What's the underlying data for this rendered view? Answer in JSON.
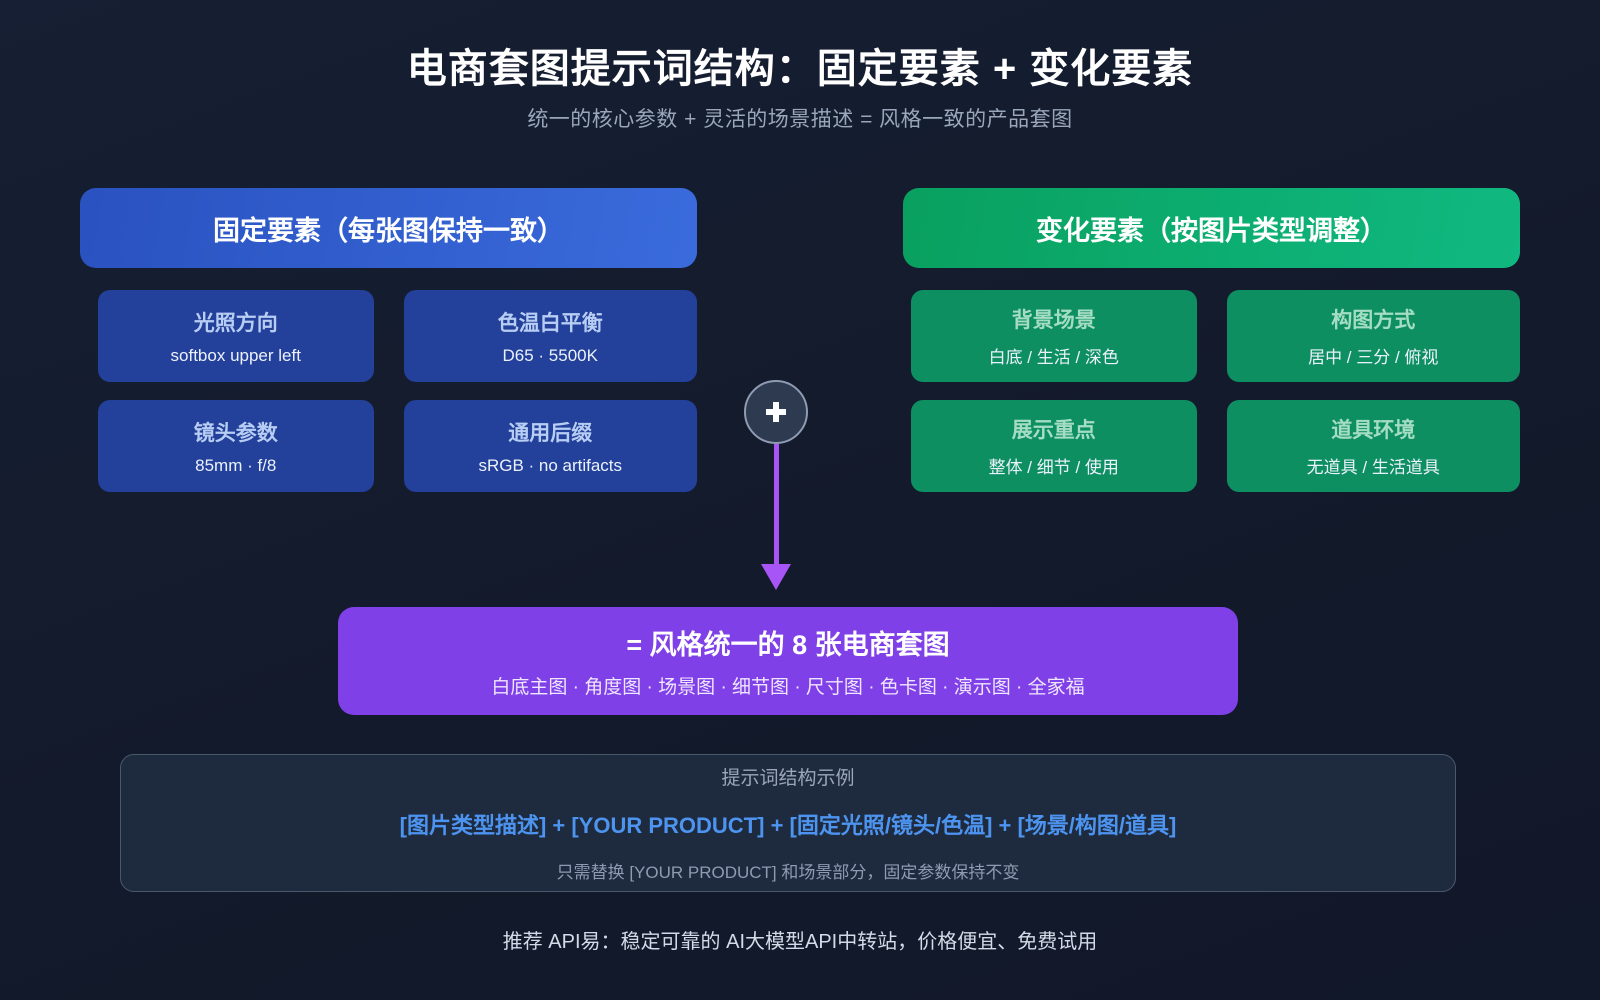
{
  "header": {
    "title": "电商套图提示词结构：固定要素 + 变化要素",
    "subtitle": "统一的核心参数 + 灵活的场景描述 = 风格一致的产品套图"
  },
  "columns": [
    {
      "id": "fixed",
      "header": "固定要素（每张图保持一致）",
      "accent": "#2a52c0",
      "cards": [
        {
          "title": "光照方向",
          "value": "softbox upper left"
        },
        {
          "title": "色温白平衡",
          "value": "D65 · 5500K"
        },
        {
          "title": "镜头参数",
          "value": "85mm · f/8"
        },
        {
          "title": "通用后缀",
          "value": "sRGB · no artifacts"
        }
      ]
    },
    {
      "id": "variable",
      "header": "变化要素（按图片类型调整）",
      "accent": "#0d8f62",
      "cards": [
        {
          "title": "背景场景",
          "value": "白底 / 生活 / 深色"
        },
        {
          "title": "构图方式",
          "value": "居中 / 三分 / 俯视"
        },
        {
          "title": "展示重点",
          "value": "整体 / 细节 / 使用"
        },
        {
          "title": "道具环境",
          "value": "无道具 / 生活道具"
        }
      ]
    }
  ],
  "connector": {
    "symbol": "+",
    "arrow_color": "#a855f7"
  },
  "result": {
    "title": "= 风格统一的 8 张电商套图",
    "subtitle": "白底主图 · 角度图 · 场景图 · 细节图 · 尺寸图 · 色卡图 · 演示图 · 全家福",
    "color": "#8040e8"
  },
  "example": {
    "label": "提示词结构示例",
    "formula": "[图片类型描述] + [YOUR PRODUCT] + [固定光照/镜头/色温] + [场景/构图/道具]",
    "formula_color": "#4d94f0",
    "note": "只需替换 [YOUR PRODUCT] 和场景部分，固定参数保持不变"
  },
  "footer": {
    "text": "推荐 API易：稳定可靠的 AI大模型API中转站，价格便宜、免费试用"
  }
}
